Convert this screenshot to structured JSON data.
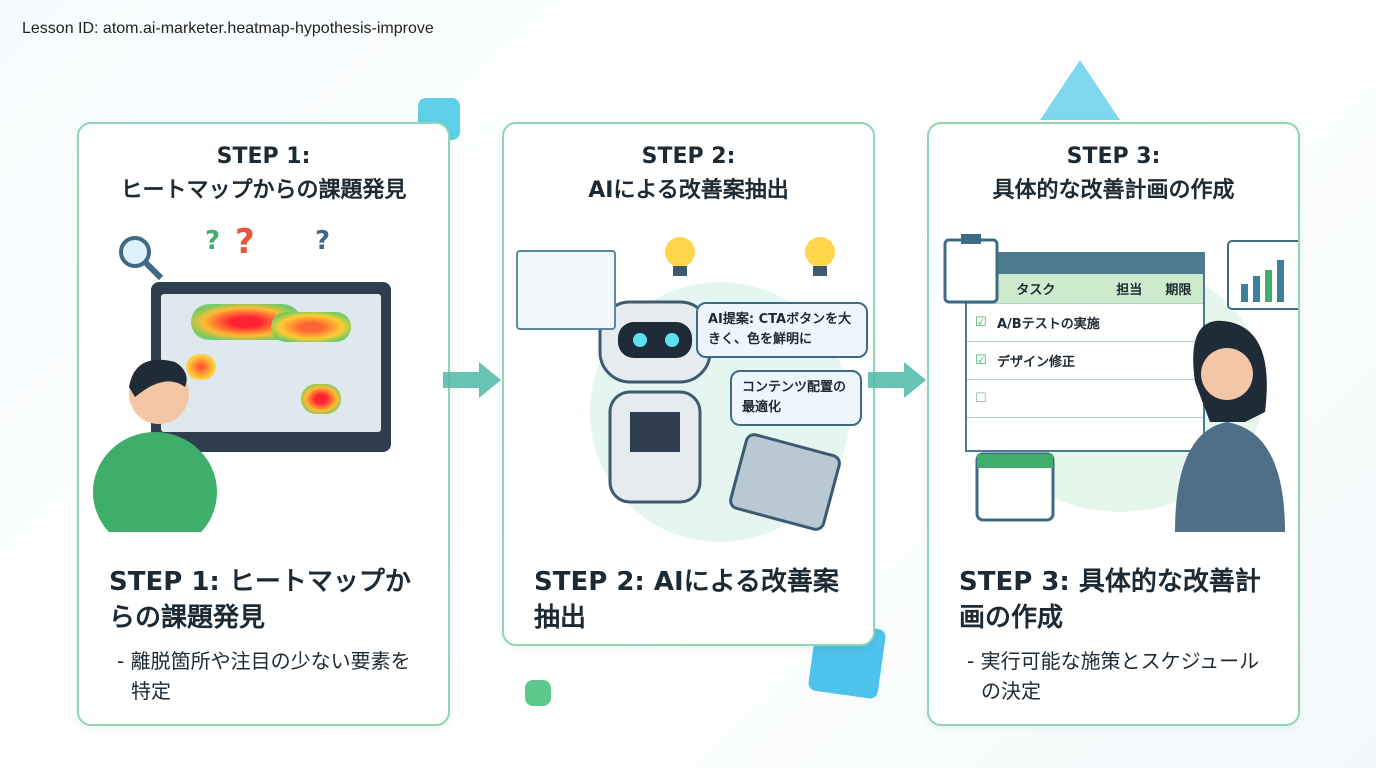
{
  "lesson_id": "Lesson ID: atom.ai-marketer.heatmap-hypothesis-improve",
  "steps": [
    {
      "label": "STEP 1:",
      "head": "ヒートマップからの課題発見",
      "title": "STEP 1: ヒートマップからの課題発見",
      "bullet": "- 離脱箇所や注目の少ない要素を特定"
    },
    {
      "label": "STEP 2:",
      "head": "AIによる改善案抽出",
      "title": "STEP 2: AIによる改善案抽出",
      "bubbles": [
        "AI提案: CTAボタンを大きく、色を鮮明に",
        "コンテンツ配置の最適化"
      ]
    },
    {
      "label": "STEP 3:",
      "head": "具体的な改善計画の作成",
      "title": "STEP 3: 具体的な改善計画の作成",
      "bullet": "- 実行可能な施策とスケジュールの決定",
      "table": {
        "headers": [
          "タスク",
          "担当",
          "期限"
        ],
        "rows": [
          "A/Bテストの実施",
          "デザイン修正"
        ]
      }
    }
  ],
  "colors": {
    "accent": "#8fd6b2",
    "arrow": "#4fb8a8"
  }
}
